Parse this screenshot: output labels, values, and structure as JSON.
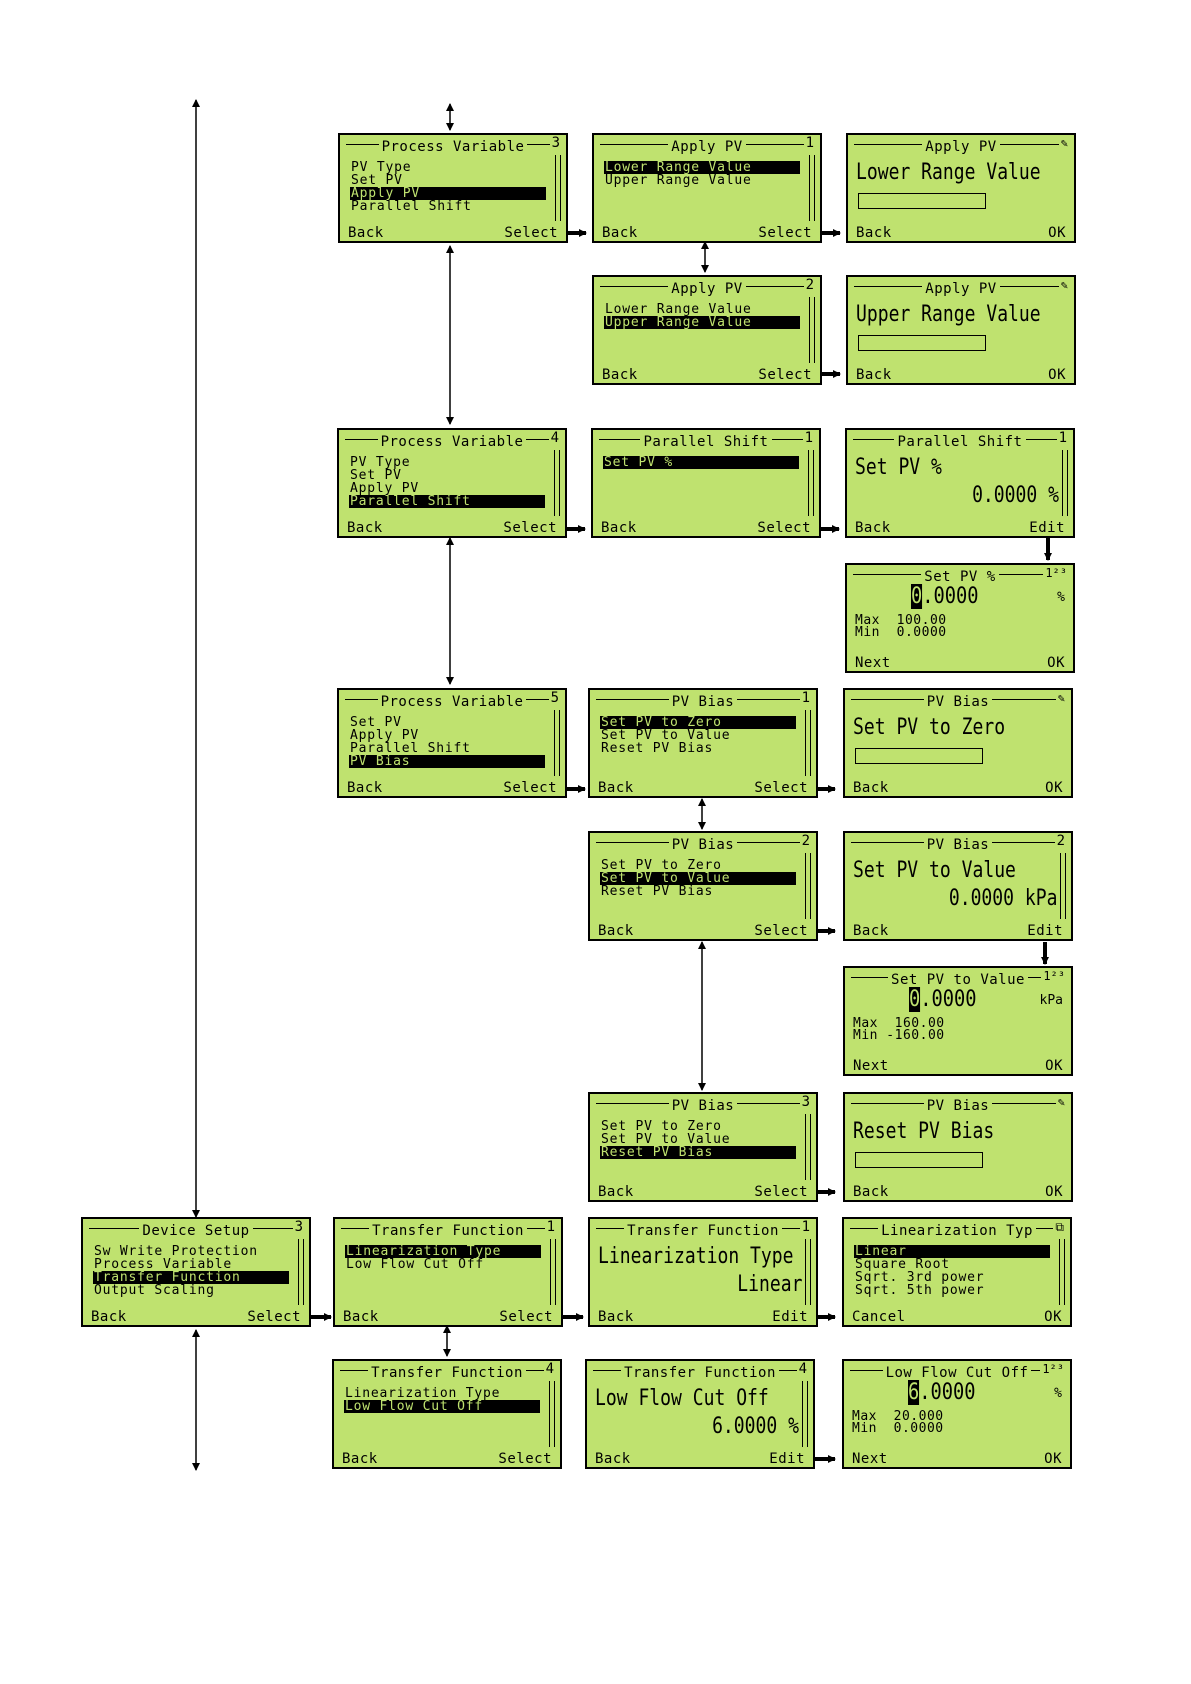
{
  "screens": {
    "pv3": {
      "title": "Process Variable",
      "num": "3",
      "items": [
        "PV Type",
        "Set PV",
        "Apply PV",
        "Parallel Shift"
      ],
      "left": "Back",
      "right": "Select"
    },
    "apv1": {
      "title": "Apply PV",
      "num": "1",
      "items": [
        "Lower Range Value",
        "Upper Range Value"
      ],
      "left": "Back",
      "right": "Select"
    },
    "apvL": {
      "title": "Apply PV",
      "icon": "✎",
      "label": "Lower Range Value",
      "left": "Back",
      "right": "OK"
    },
    "apv2": {
      "title": "Apply PV",
      "num": "2",
      "items": [
        "Lower Range Value",
        "Upper Range Value"
      ],
      "left": "Back",
      "right": "Select"
    },
    "apvU": {
      "title": "Apply PV",
      "icon": "✎",
      "label": "Upper Range Value",
      "left": "Back",
      "right": "OK"
    },
    "pv4": {
      "title": "Process Variable",
      "num": "4",
      "items": [
        "PV Type",
        "Set PV",
        "Apply PV",
        "Parallel Shift"
      ],
      "left": "Back",
      "right": "Select"
    },
    "ps1": {
      "title": "Parallel Shift",
      "num": "1",
      "items": [
        "Set PV %"
      ],
      "left": "Back",
      "right": "Select"
    },
    "ps1v": {
      "title": "Parallel Shift",
      "num": "1",
      "label": "Set PV %",
      "value": "0.0000 %",
      "left": "Back",
      "right": "Edit"
    },
    "setpvp": {
      "title": "Set PV %",
      "icon": "1²³",
      "value_cursor": "0",
      ".value_rest": "",
      "value_rest": ".0000",
      "unit": "%",
      "max": "Max  100.00",
      "min": "Min  0.0000",
      "left": "Next",
      "right": "OK"
    },
    "pv5": {
      "title": "Process Variable",
      "num": "5",
      "items": [
        "Set PV",
        "Apply PV",
        "Parallel Shift",
        "PV Bias"
      ],
      "left": "Back",
      "right": "Select"
    },
    "pb1": {
      "title": "PV Bias",
      "num": "1",
      "items": [
        "Set PV to Zero",
        "Set PV to Value",
        "Reset PV Bias"
      ],
      "left": "Back",
      "right": "Select"
    },
    "pbZ": {
      "title": "PV Bias",
      "icon": "✎",
      "label": "Set PV to Zero",
      "left": "Back",
      "right": "OK"
    },
    "pb2": {
      "title": "PV Bias",
      "num": "2",
      "items": [
        "Set PV to Zero",
        "Set PV to Value",
        "Reset PV Bias"
      ],
      "left": "Back",
      "right": "Select"
    },
    "pb2v": {
      "title": "PV Bias",
      "num": "2",
      "label": "Set PV to Value",
      "value": "0.0000 kPa",
      "left": "Back",
      "right": "Edit"
    },
    "setpvv": {
      "title": "Set PV to Value",
      "icon": "1²³",
      "value_cursor": "0",
      "value_rest": ".0000",
      "unit": "kPa",
      "max": "Max  160.00",
      "min": "Min -160.00",
      "left": "Next",
      "right": "OK"
    },
    "pb3": {
      "title": "PV Bias",
      "num": "3",
      "items": [
        "Set PV to Zero",
        "Set PV to Value",
        "Reset PV Bias"
      ],
      "left": "Back",
      "right": "Select"
    },
    "pbR": {
      "title": "PV Bias",
      "icon": "✎",
      "label": "Reset PV Bias",
      "left": "Back",
      "right": "OK"
    },
    "ds3": {
      "title": "Device Setup",
      "num": "3",
      "items": [
        "Sw Write Protection",
        "Process Variable",
        "Transfer Function",
        "Output Scaling"
      ],
      "left": "Back",
      "right": "Select"
    },
    "tf1": {
      "title": "Transfer Function",
      "num": "1",
      "items": [
        "Linearization Type",
        "Low Flow Cut Off"
      ],
      "left": "Back",
      "right": "Select"
    },
    "tf1v": {
      "title": "Transfer Function",
      "num": "1",
      "label": "Linearization Type",
      "value": "Linear",
      "left": "Back",
      "right": "Edit"
    },
    "lt": {
      "title": "Linearization Typ",
      "icon": "⧉",
      "items": [
        "Linear",
        "Square Root",
        "Sqrt. 3rd power",
        "Sqrt. 5th power"
      ],
      "left": "Cancel",
      "right": "OK"
    },
    "tf4": {
      "title": "Transfer Function",
      "num": "4",
      "items": [
        "Linearization Type",
        "Low Flow Cut Off"
      ],
      "left": "Back",
      "right": "Select"
    },
    "tf4v": {
      "title": "Transfer Function",
      "num": "4",
      "label": "Low Flow Cut Off",
      "value": "6.0000 %",
      "left": "Back",
      "right": "Edit"
    },
    "lfc": {
      "title": "Low Flow Cut Off",
      "icon": "1²³",
      "value_cursor": "6",
      "value_rest": ".0000",
      "unit": "%",
      "max": "Max  20.000",
      "min": "Min  0.0000",
      "left": "Next",
      "right": "OK"
    }
  },
  "selected": {
    "pv3": 2,
    "apv1": 0,
    "apv2": 1,
    "pv4": 3,
    "ps1": 0,
    "pv5": 3,
    "pb1": 0,
    "pb2": 1,
    "pb3": 2,
    "ds3": 2,
    "tf1": 0,
    "lt": 0,
    "tf4": 1
  }
}
